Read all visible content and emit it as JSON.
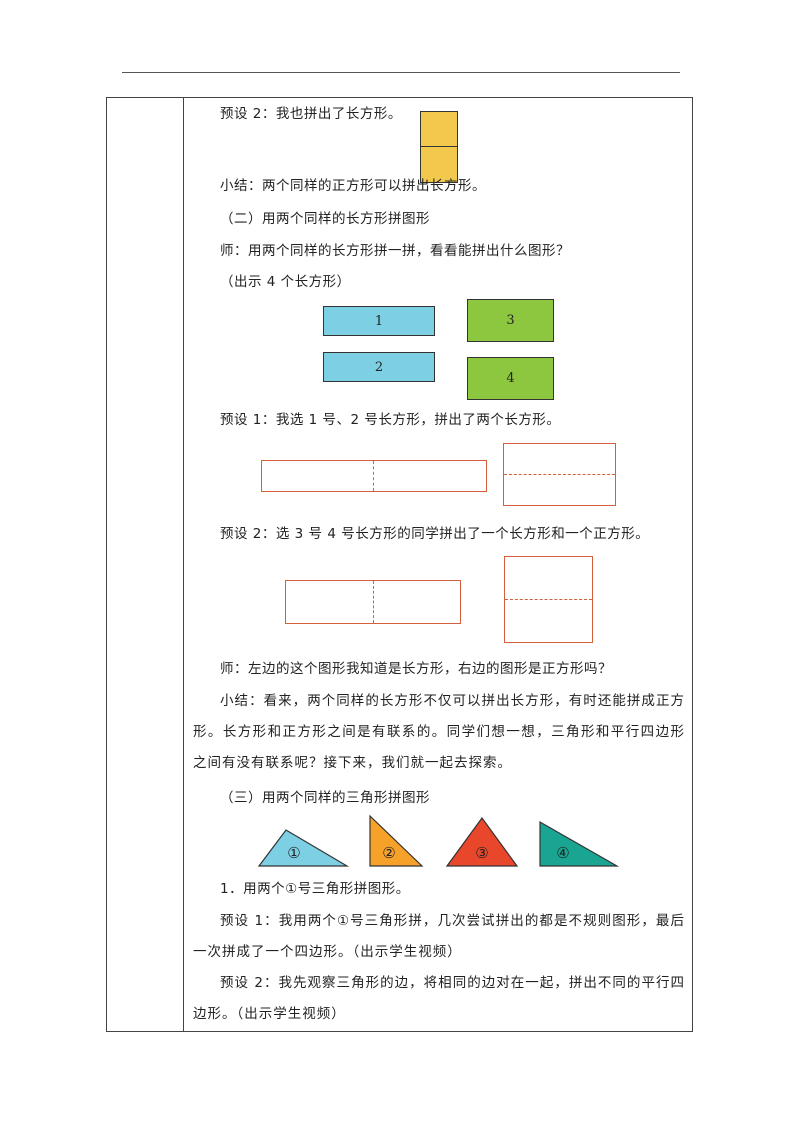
{
  "preset2_top": "预设 2：我也拼出了长方形。",
  "summary1": "小结：两个同样的正方形可以拼出长方形。",
  "section2_title": "（二）用两个同样的长方形拼图形",
  "teacher1": "师：用两个同样的长方形拼一拼，看看能拼出什么图形？",
  "show4": "（出示 4 个长方形）",
  "rect_labels": [
    "1",
    "2",
    "3",
    "4"
  ],
  "preset1": "预设 1：我选 1 号、2 号长方形，拼出了两个长方形。",
  "preset2_mid": "预设 2：选 3 号 4 号长方形的同学拼出了一个长方形和一个正方形。",
  "teacher2": "师：左边的这个图形我知道是长方形，右边的图形是正方形吗？",
  "summary2": "小结：看来，两个同样的长方形不仅可以拼出长方形，有时还能拼成正方形。长方形和正方形之间是有联系的。同学们想一想，三角形和平行四边形之间有没有联系呢？接下来，我们就一起去探索。",
  "section3_title": "（三）用两个同样的三角形拼图形",
  "triangle_labels": [
    "①",
    "②",
    "③",
    "④"
  ],
  "item1": "1．用两个①号三角形拼图形。",
  "preset1_bottom": "预设 1：我用两个①号三角形拼，几次尝试拼出的都是不规则图形，最后一次拼成了一个四边形。（出示学生视频）",
  "preset2_bottom": "预设 2：我先观察三角形的边，将相同的边对在一起，拼出不同的平行四边形。（出示学生视频）",
  "colors": {
    "yellow": "#f2c94c",
    "blue": "#7dcfe3",
    "green": "#8dc73f",
    "orange_outline": "#d2603a",
    "tri_orange": "#f6a12a",
    "tri_red": "#e8472b",
    "tri_teal": "#1aa592"
  }
}
